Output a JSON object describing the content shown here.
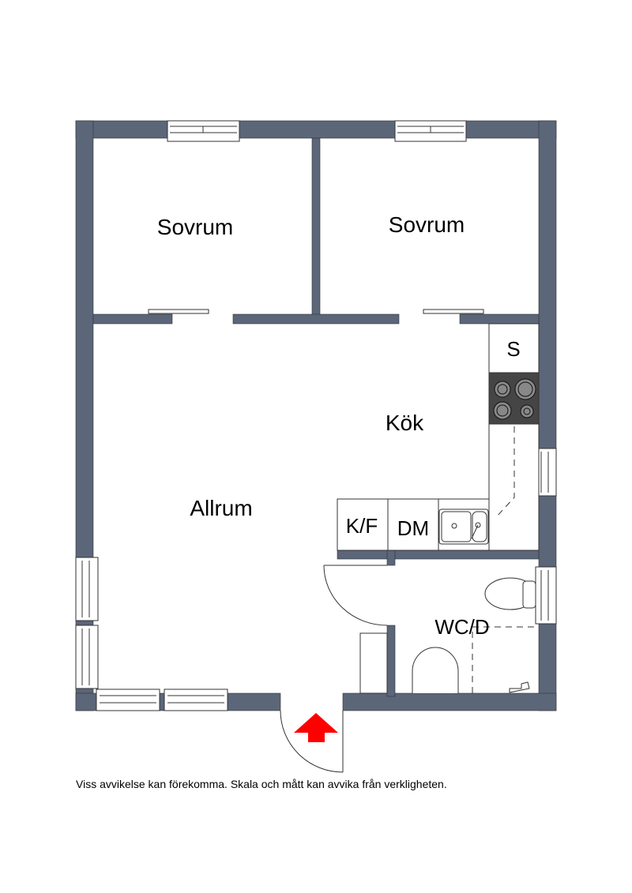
{
  "rooms": {
    "bedroom_1": "Sovrum",
    "bedroom_2": "Sovrum",
    "kitchen": "Kök",
    "living_room": "Allrum",
    "storage": "S",
    "fridge_freezer": "K/F",
    "dishwasher": "DM",
    "bathroom": "WC/D"
  },
  "disclaimer": "Viss avvikelse kan förekomma. Skala och mått kan avvika från verkligheten.",
  "colors": {
    "wall": "#5b6679",
    "stove": "#454545",
    "entrance_arrow": "#ff0000"
  }
}
